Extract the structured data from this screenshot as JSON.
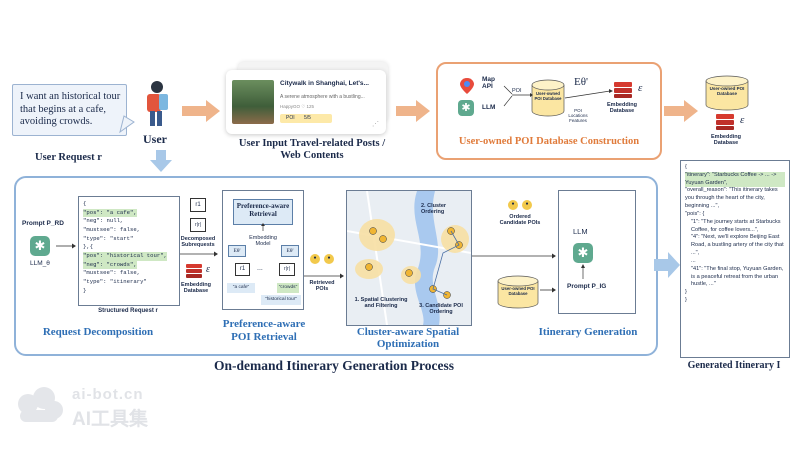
{
  "user_request": {
    "text": "I want an historical tour that begins at a cafe, avoiding crowds.",
    "user_label": "User",
    "caption": "User Request r"
  },
  "posts": {
    "card_title": "Citywalk in Shanghai, Let's...",
    "card_subtitle": "A serene atmosphere with a bustling...",
    "card_meta": "HappyGO  ♡ 125",
    "card_tag": "POI",
    "card_tag_value": "5/5",
    "caption": "User Input Travel-related Posts / Web Contents"
  },
  "poi_db": {
    "title": "User-owned POI Database Construction",
    "map_api": "Map API",
    "llm": "LLM",
    "poi_label": "POI",
    "db_label": "User-owned POI Database",
    "poi_info": "POI Locations Features",
    "encoder": "Eθ'",
    "embedding_db": "Embedding Database",
    "epsilon": "ε"
  },
  "right_db": {
    "poi_db": "User-owned POI Database",
    "embedding_db": "Embedding Database",
    "epsilon": "ε"
  },
  "decomposition": {
    "prompt": "Prompt P_RD",
    "llm": "LLM_θ",
    "json_lines": [
      "{",
      "  \"pos\": \"a cafe\",",
      "  \"neg\": null,",
      "  \"mustsee\": false,",
      "  \"type\": \"start\"",
      "},{",
      "  \"pos\": \"historical tour\",",
      "  \"neg\": \"crowds\",",
      "  \"mustsee\": false,",
      "  \"type\": \"itinerary\"",
      "}"
    ],
    "structured": "Structured Request r",
    "stage_title": "Request Decomposition"
  },
  "retrieval": {
    "sub1": "r1",
    "sub2": "r|r|",
    "decomposed": "Decomposed Subrequests",
    "embedding_db": "Embedding Database",
    "epsilon": "ε",
    "box_title": "Preference-aware Retrieval",
    "model": "Embedding Model",
    "e1": "Eθ'",
    "e2": "Eθ'",
    "r1": "r1",
    "r2": "r|r|",
    "dots": "...",
    "q1": "\"a cafe\"",
    "q2": "\"crowds\"",
    "q3": "\"historical tour\"",
    "stage_title": "Preference-aware POI Retrieval"
  },
  "spatial": {
    "retrieved": "Retrieved POIs",
    "step1": "1. Spatial Clustering and Filtering",
    "step2": "2. Cluster Ordering",
    "step3": "3. Candidate POI Ordering",
    "stage_title": "Cluster-aware Spatial Optimization"
  },
  "generation": {
    "ordered": "Ordered Candidate POIs",
    "db_label": "User-owned POI Database",
    "llm": "LLM",
    "prompt": "Prompt P_IG",
    "stage_title": "Itinerary Generation"
  },
  "process_title": "On-demand Itinerary Generation Process",
  "output": {
    "lines": [
      "{",
      "\"itinerary\": \"Starbucks Coffee -> ... -> Yuyuan Garden\",",
      "\"overall_reason\": \"This itinerary takes you through the heart of the city, beginning ...\",",
      "\"pois\": {",
      "  \"1\": \"The journey starts at Starbucks Coffee, for coffee lovers...\",",
      "  \"4\": \"Next, we'll explore Beijing East Road, a bustling artery of the city that ...\",",
      "  ...",
      "  \"41\": \"The final stop, Yuyuan Garden, is a peaceful retreat from the urban hustle, ...\"",
      "  }",
      "}"
    ],
    "caption": "Generated Itinerary I"
  },
  "watermark": {
    "line1": "ai-bot.cn",
    "line2": "AI工具集"
  },
  "colors": {
    "orange": "#e9935a",
    "blue_arrow": "#9cc3e6",
    "blue_title": "#2f6fb5",
    "highlight": "#cfe8c4"
  }
}
